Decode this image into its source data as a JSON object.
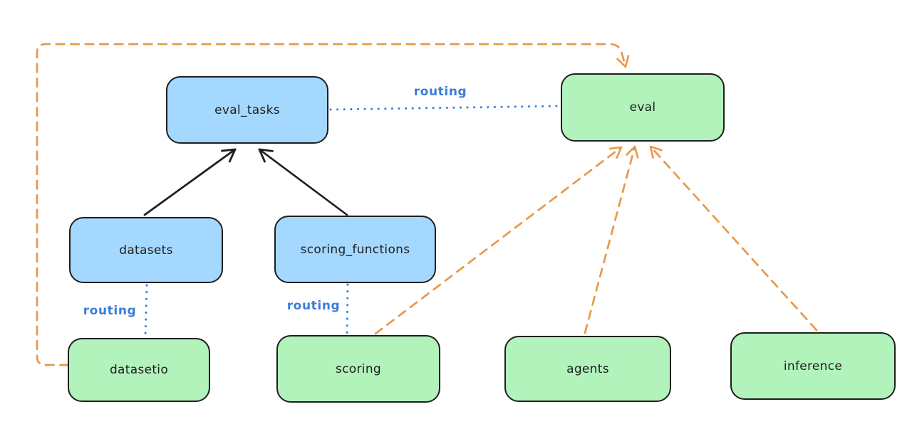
{
  "diagram": {
    "background": "#ffffff",
    "colors": {
      "node_blue_fill": "#a5d8ff",
      "node_green_fill": "#b2f2bb",
      "node_border": "#1e1e1e",
      "routing_blue": "#3b7dd8",
      "arrow_orange": "#e8984a",
      "arrow_black": "#1e1e1e"
    },
    "nodes": [
      {
        "id": "eval_tasks",
        "label": "eval_tasks",
        "color": "blue"
      },
      {
        "id": "eval",
        "label": "eval",
        "color": "green"
      },
      {
        "id": "datasets",
        "label": "datasets",
        "color": "blue"
      },
      {
        "id": "scoring_functions",
        "label": "scoring_functions",
        "color": "blue"
      },
      {
        "id": "datasetio",
        "label": "datasetio",
        "color": "green"
      },
      {
        "id": "scoring",
        "label": "scoring",
        "color": "green"
      },
      {
        "id": "agents",
        "label": "agents",
        "color": "green"
      },
      {
        "id": "inference",
        "label": "inference",
        "color": "green"
      }
    ],
    "edges": [
      {
        "from": "datasets",
        "to": "eval_tasks",
        "style": "solid",
        "color": "black",
        "arrow": true,
        "label": ""
      },
      {
        "from": "scoring_functions",
        "to": "eval_tasks",
        "style": "solid",
        "color": "black",
        "arrow": true,
        "label": ""
      },
      {
        "from": "eval_tasks",
        "to": "eval",
        "style": "dotted",
        "color": "blue",
        "arrow": false,
        "label": "routing"
      },
      {
        "from": "datasets",
        "to": "datasetio",
        "style": "dotted",
        "color": "blue",
        "arrow": false,
        "label": "routing"
      },
      {
        "from": "scoring_functions",
        "to": "scoring",
        "style": "dotted",
        "color": "blue",
        "arrow": false,
        "label": "routing"
      },
      {
        "from": "datasetio",
        "to": "eval",
        "style": "dashed",
        "color": "orange",
        "arrow": true,
        "label": ""
      },
      {
        "from": "scoring",
        "to": "eval",
        "style": "dashed",
        "color": "orange",
        "arrow": true,
        "label": ""
      },
      {
        "from": "agents",
        "to": "eval",
        "style": "dashed",
        "color": "orange",
        "arrow": true,
        "label": ""
      },
      {
        "from": "inference",
        "to": "eval",
        "style": "dashed",
        "color": "orange",
        "arrow": true,
        "label": ""
      }
    ]
  }
}
